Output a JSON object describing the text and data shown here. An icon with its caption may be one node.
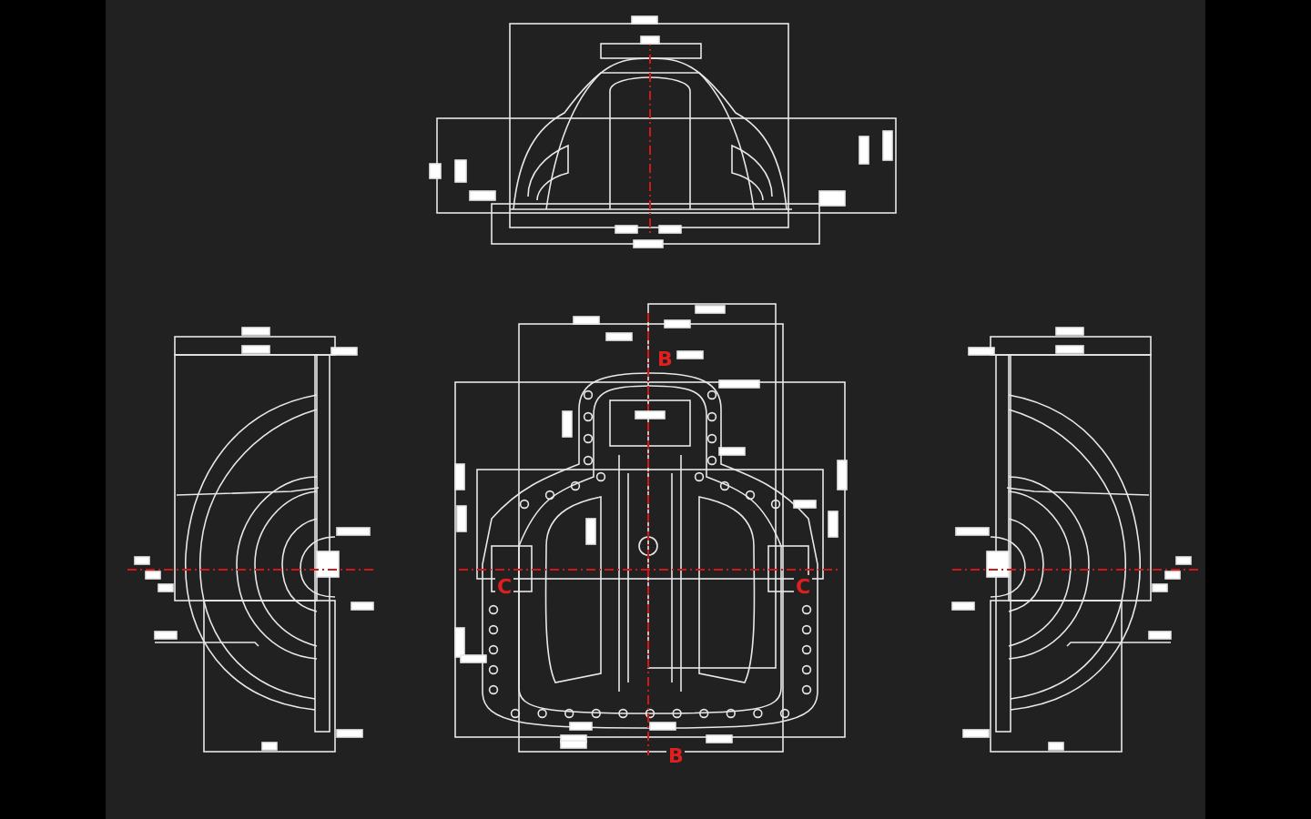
{
  "diagram": {
    "labels": [
      "B",
      "C",
      "C",
      "B"
    ]
  }
}
